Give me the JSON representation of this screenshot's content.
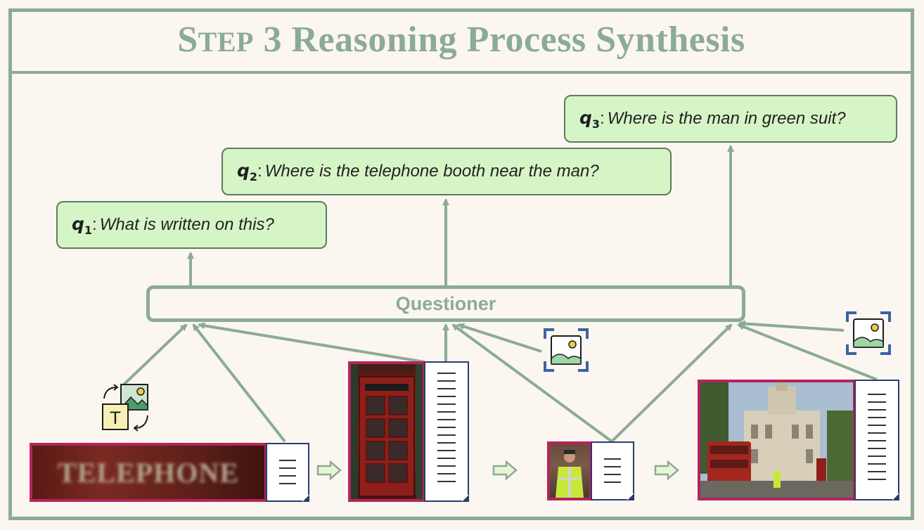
{
  "title": {
    "first_letter": "S",
    "small_caps": "TEP",
    "rest": " 3 Reasoning Process Synthesis"
  },
  "questions": [
    {
      "var": "q",
      "sub": "1",
      "text": "What is written on this?"
    },
    {
      "var": "q",
      "sub": "2",
      "text": "Where is the telephone booth near the man?"
    },
    {
      "var": "q",
      "sub": "3",
      "text": "Where is the man in green suit?"
    }
  ],
  "questioner_label": "Questioner",
  "crop_1_text": "TELEPHONE",
  "colors": {
    "accent_green": "#8cab93",
    "question_fill": "#d6f5c6",
    "crop_border": "#b3245e",
    "doc_border": "#2c3b6b"
  },
  "icons": [
    "image-text-convert-icon",
    "image-focus-icon",
    "image-focus-icon",
    "next-arrow-icon"
  ]
}
